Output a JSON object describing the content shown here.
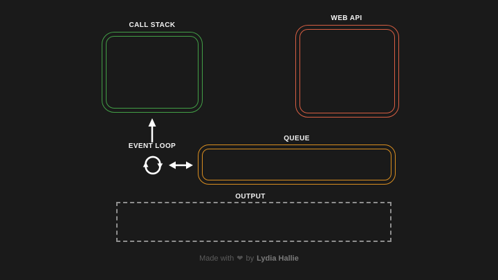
{
  "canvas": {
    "background_color": "#1a1a1a"
  },
  "diagram": {
    "call_stack": {
      "label": "CALL STACK",
      "border_color": "#43a047"
    },
    "web_api": {
      "label": "WEB API",
      "border_color": "#d95f43"
    },
    "queue": {
      "label": "QUEUE",
      "border_color": "#d98e20"
    },
    "output": {
      "label": "OUTPUT",
      "border_color": "#8f8f8f"
    },
    "event_loop": {
      "label": "EVENT LOOP",
      "icon": "sync-cycle-icon",
      "arrow_color": "#ffffff",
      "arrows": [
        "up-arrow-to-call-stack",
        "left-right-arrow-to-queue"
      ]
    }
  },
  "footer": {
    "made_with": "Made with",
    "heart_icon": "❤",
    "by": "by",
    "author": "Lydia Hallie"
  }
}
